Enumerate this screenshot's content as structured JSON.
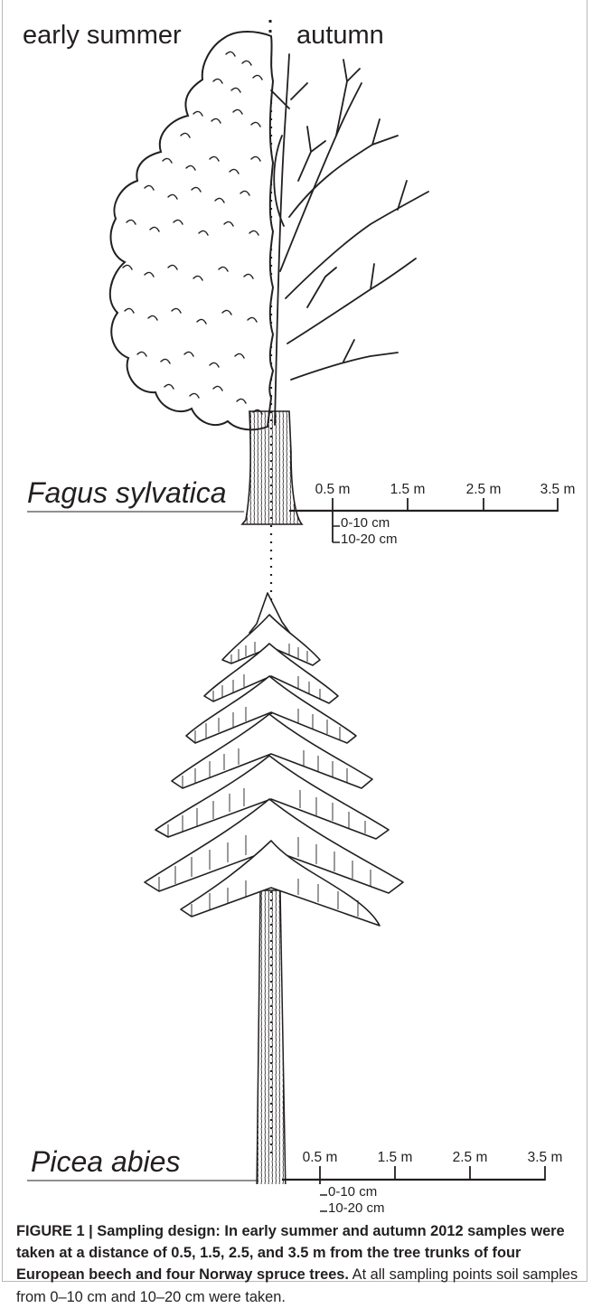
{
  "labels": {
    "early_summer": "early summer",
    "autumn": "autumn"
  },
  "species": {
    "beech": "Fagus sylvatica",
    "spruce": "Picea abies"
  },
  "scale": {
    "distances": [
      "0.5 m",
      "1.5 m",
      "2.5 m",
      "3.5 m"
    ],
    "depths": [
      "0-10 cm",
      "10-20 cm"
    ]
  },
  "caption": {
    "lead": "FIGURE 1 | Sampling design: In early summer and autumn 2012 samples were taken at a distance of 0.5, 1.5, 2.5, and 3.5 m from the tree trunks of four European beech and four Norway spruce trees.",
    "body": " At all sampling points soil samples from 0–10 cm and 10–20 cm were taken."
  },
  "colors": {
    "ink": "#231f20",
    "frame": "#b8b8b8"
  }
}
